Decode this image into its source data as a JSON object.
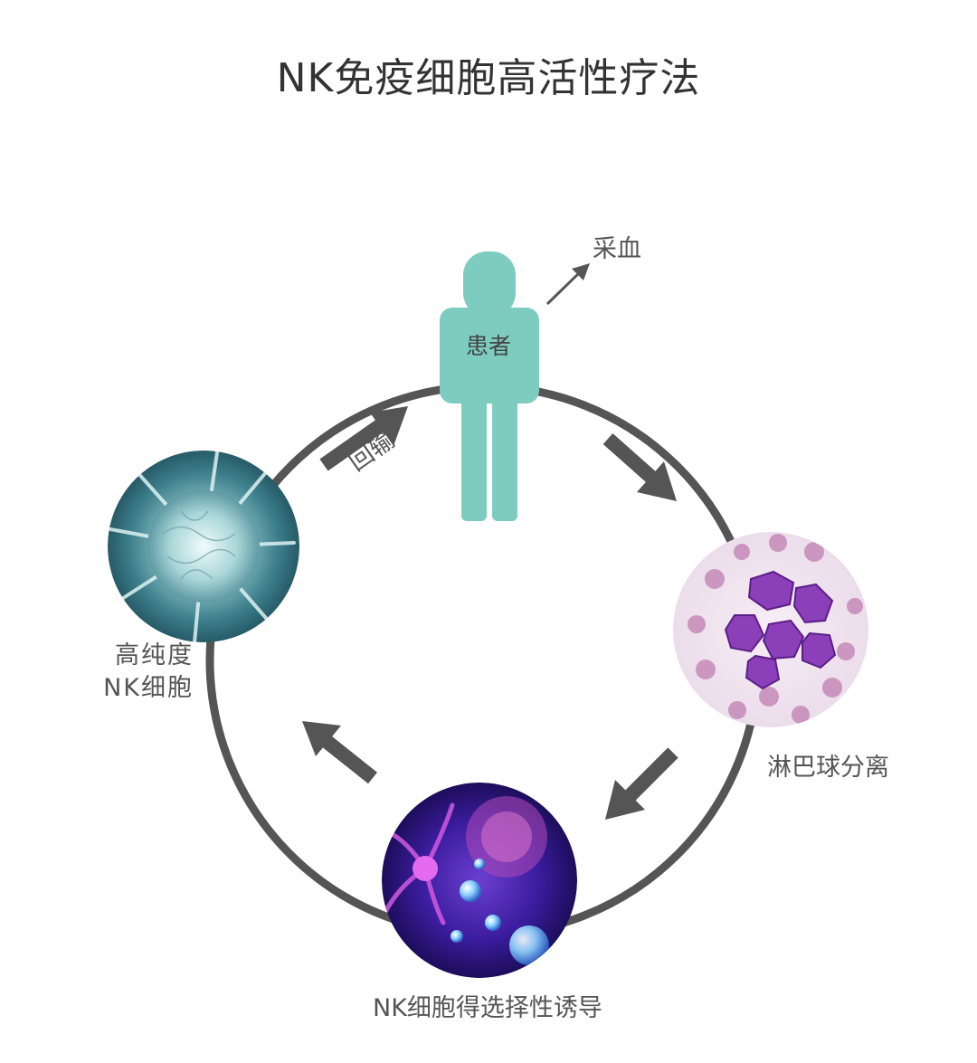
{
  "title": "NK免疫细胞高活性疗法",
  "nodes": {
    "patient": "患者",
    "blood_draw": "采血",
    "return": "回输",
    "nk_pure_line1": "高纯度",
    "nk_pure_line2": "NK细胞",
    "lymph_sep": "淋巴球分离",
    "nk_induce": "NK细胞得选择性诱导"
  },
  "colors": {
    "patient": "#7ecbc0",
    "ring": "#555555",
    "arrow": "#555555"
  }
}
